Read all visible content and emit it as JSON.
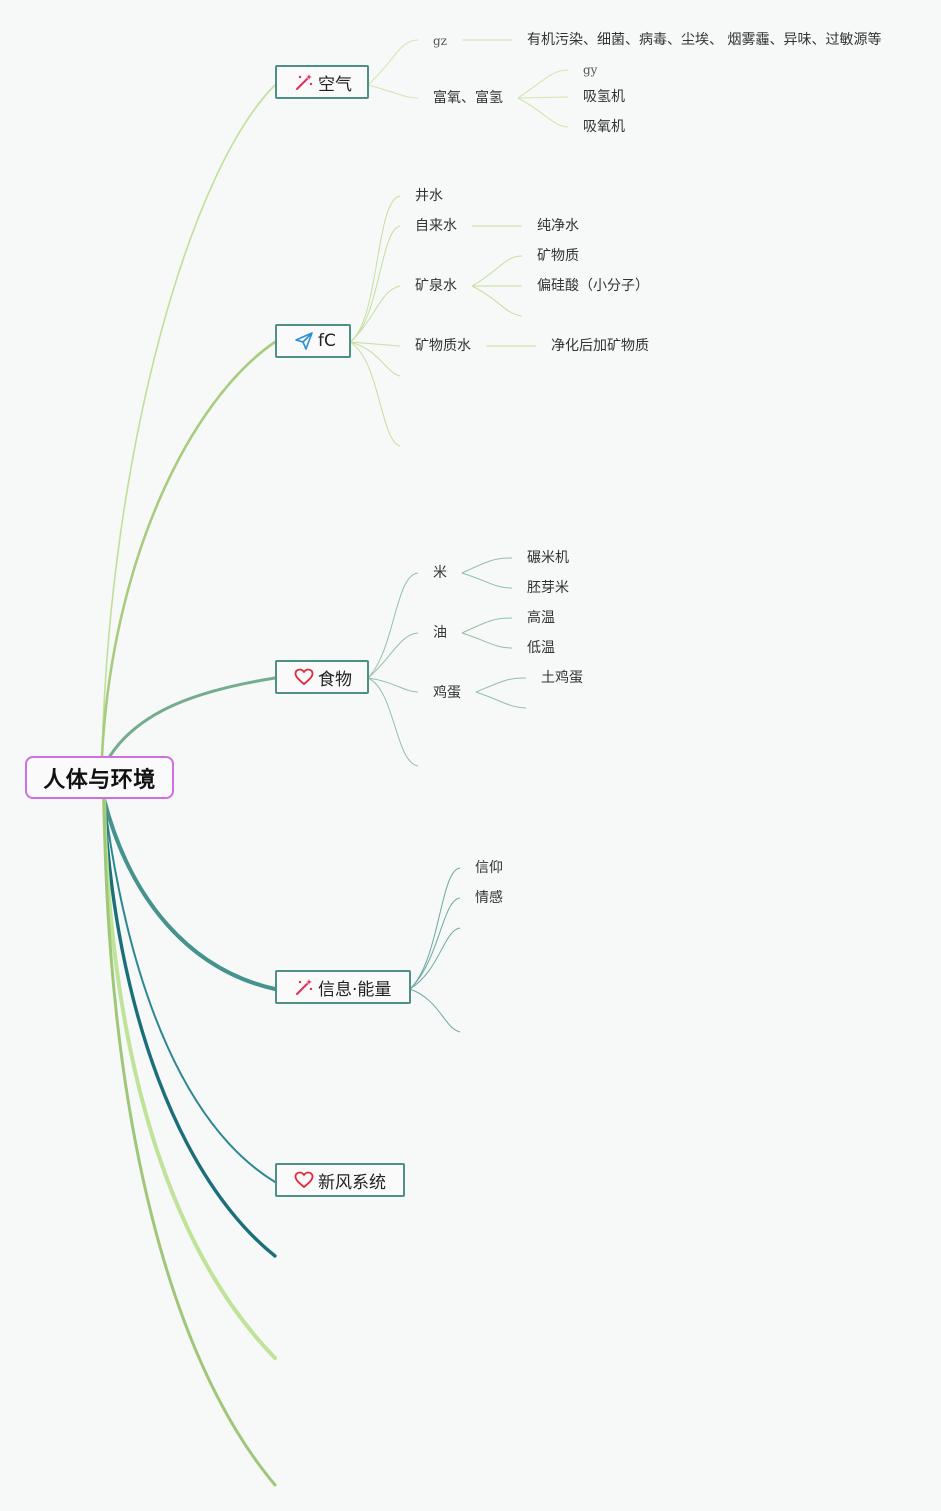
{
  "root": {
    "label": "人体与环境"
  },
  "branches": [
    {
      "label": "空气",
      "icon": "magic-wand-icon"
    },
    {
      "label": "fC",
      "icon": "paper-plane-icon"
    },
    {
      "label": "食物",
      "icon": "heart-icon"
    },
    {
      "label": "信息·能量",
      "icon": "magic-wand-icon"
    },
    {
      "label": "新风系统",
      "icon": "heart-icon"
    }
  ],
  "air": {
    "gz": "gz",
    "pollutants": "有机污染、细菌、病毒、尘埃、 烟雾霾、异味、过敏源等",
    "rich": "富氧、富氢",
    "gy": "gy",
    "h2_machine": "吸氢机",
    "o2_machine": "吸氧机"
  },
  "water": {
    "well": "井水",
    "tap": "自来水",
    "pure": "纯净水",
    "mineral_spring": "矿泉水",
    "minerals": "矿物质",
    "silicic": "偏硅酸（小分子）",
    "mineral_water": "矿物质水",
    "purified_added": "净化后加矿物质"
  },
  "food": {
    "rice": "米",
    "rice_mill": "碾米机",
    "germ_rice": "胚芽米",
    "oil": "油",
    "high_temp": "高温",
    "low_temp": "低温",
    "egg": "鸡蛋",
    "native_egg": "土鸡蛋"
  },
  "info": {
    "belief": "信仰",
    "emotion": "情感"
  },
  "colors": {
    "root_border": "#d06ee2",
    "node_border": "#4e8f86",
    "air": "#b4d98a",
    "water": "#a3c97a",
    "food": "#74ad8e",
    "info": "#46928d",
    "fresh": "#2c8890",
    "dark": "#1b6f7a",
    "pale": "#c0e39a",
    "olive": "#9fc77a"
  }
}
